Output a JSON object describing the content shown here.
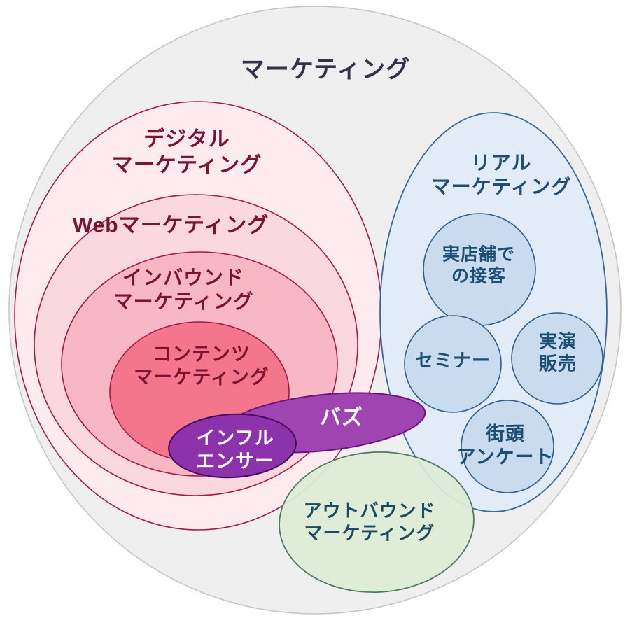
{
  "colors": {
    "canvas_bg": "#ffffff",
    "outer_fill": "#f0eff0",
    "outer_stroke": "#c6c5c9",
    "digital_fill": "#fdebef",
    "web_fill": "#fbd7df",
    "inbound_fill": "#f8b7c5",
    "content_fill": "#f4768d",
    "pink_stroke": "#a8174a",
    "real_fill": "#e2ecf8",
    "real_stroke": "#39699b",
    "blue_circle_fill": "#c9dcef",
    "blue_circle_stroke": "#2d5e8d",
    "outbound_fill": "#dcecd6",
    "outbound_stroke": "#4d7a62",
    "buzz_fill": "#a044b2",
    "buzz_stroke": "#6a1580",
    "influencer_fill": "#8c32ab",
    "influencer_stroke": "#410a5c",
    "title_color": "#33324d",
    "pink_text": "#7a1432",
    "blue_text": "#1d4e74",
    "green_text": "#1b4a63",
    "white_text": "#ffffff"
  },
  "labels": {
    "title": "マーケティング",
    "digital": [
      "デジタル",
      "マーケティング"
    ],
    "web": "Webマーケティング",
    "inbound": [
      "インバウンド",
      "マーケティング"
    ],
    "content": [
      "コンテンツ",
      "マーケティング"
    ],
    "buzz": "バズ",
    "influencer": [
      "インフル",
      "エンサー"
    ],
    "real": [
      "リアル",
      "マーケティング"
    ],
    "store": [
      "実店舗で",
      "の接客"
    ],
    "seminar": "セミナー",
    "demo": [
      "実演",
      "販売"
    ],
    "street": [
      "街頭",
      "アンケート"
    ],
    "outbound": [
      "アウトバウンド",
      "マーケティング"
    ]
  }
}
